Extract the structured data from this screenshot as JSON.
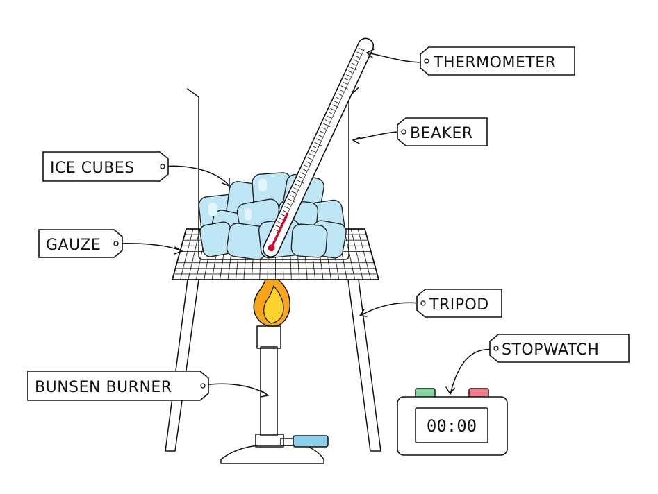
{
  "labels": {
    "thermometer": "THERMOMETER",
    "beaker": "BEAKER",
    "ice_cubes": "ICE CUBES",
    "gauze": "GAUZE",
    "tripod": "TRIPOD",
    "stopwatch": "STOPWATCH",
    "bunsen_burner": "BUNSEN BURNER"
  },
  "stopwatch": {
    "display": "00:00"
  },
  "colors": {
    "ice": "#bfe6f5",
    "flame_outer": "#f7a51c",
    "flame_inner": "#fbd12b",
    "mercury": "#c8102e",
    "gas_tube": "#8ccfe8",
    "stopwatch_start_button": "#7fd6a0",
    "stopwatch_stop_button": "#f07b86"
  }
}
